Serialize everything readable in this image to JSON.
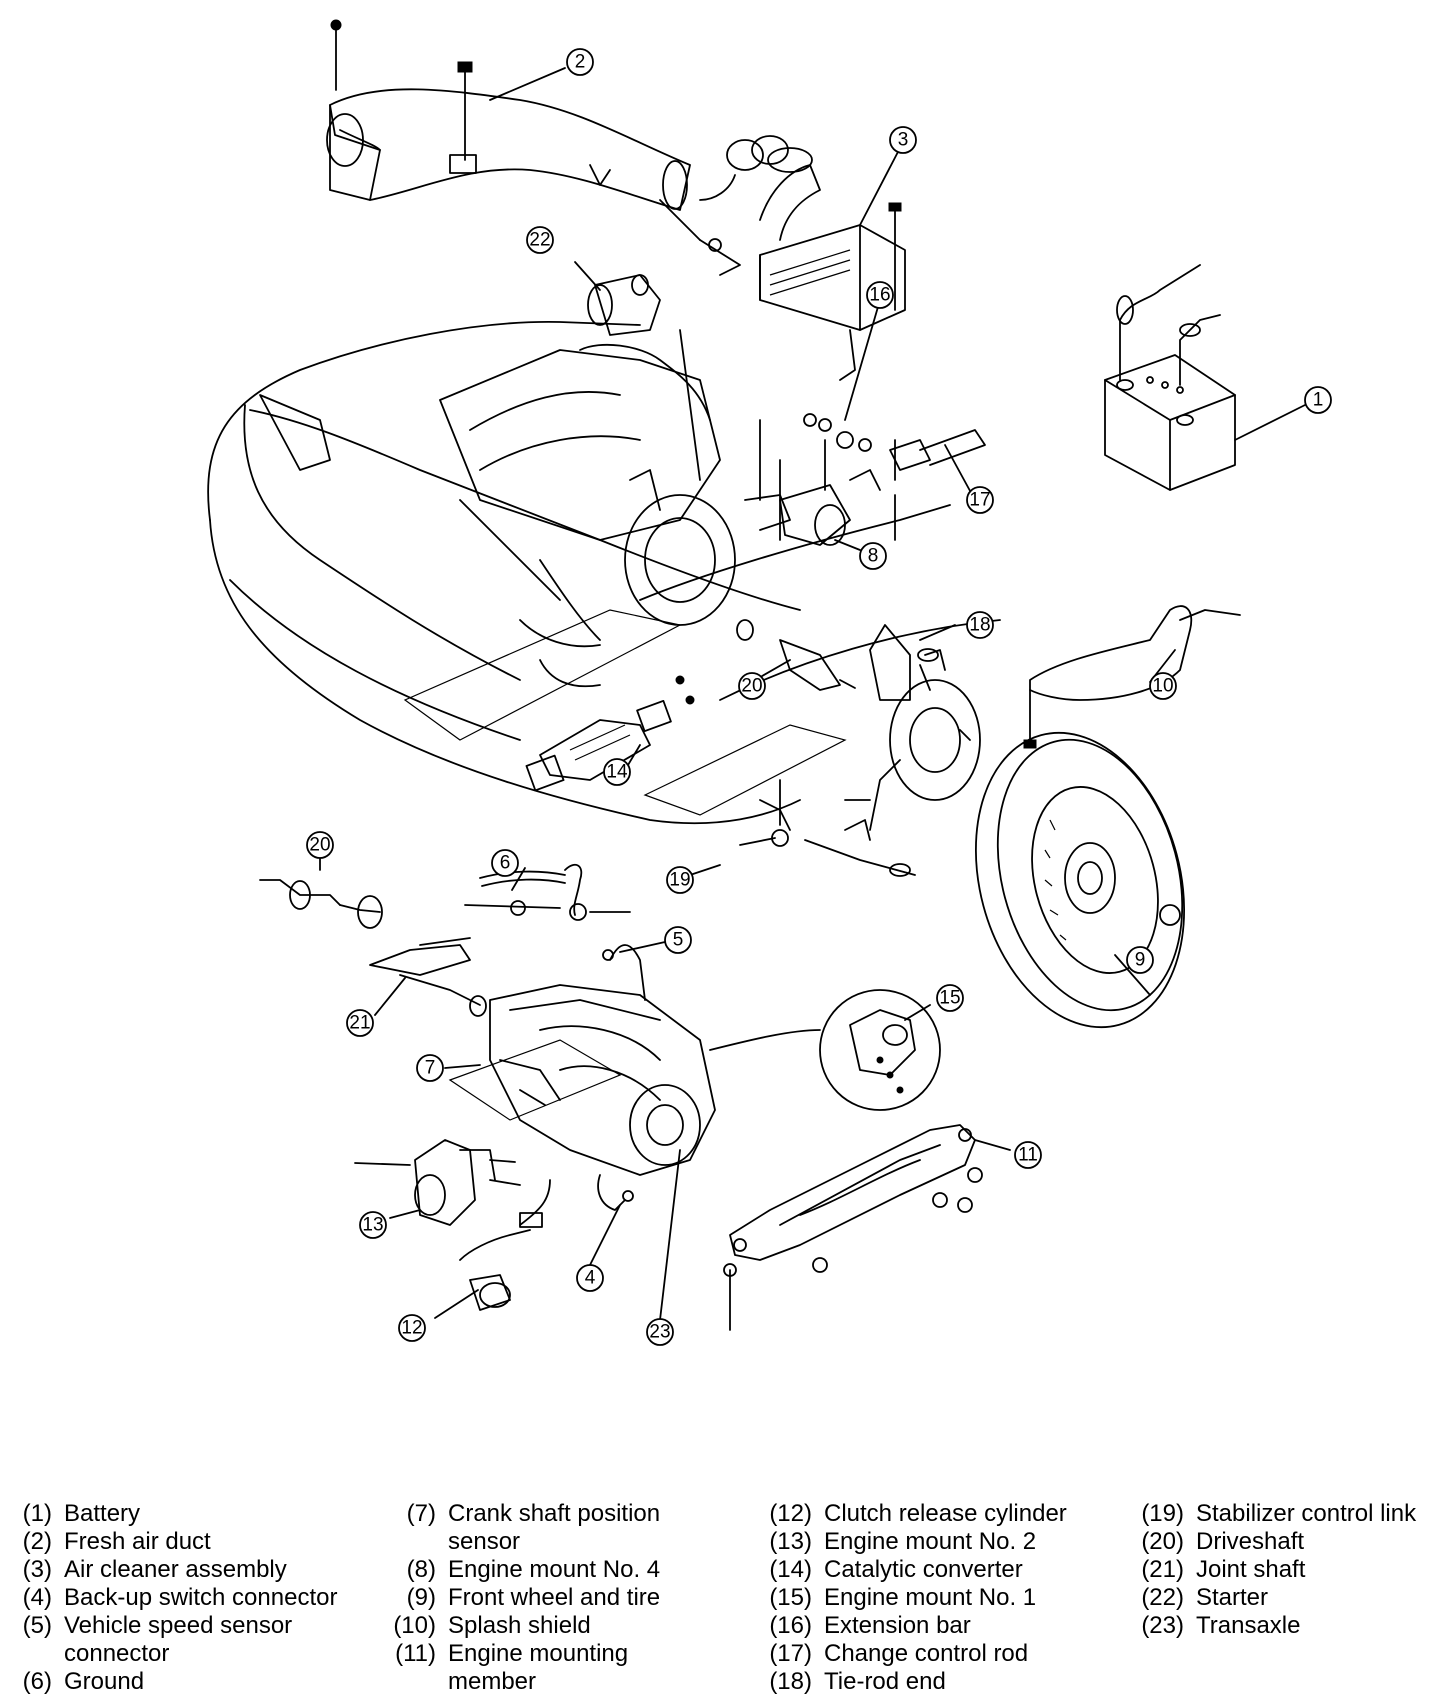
{
  "callouts": [
    {
      "id": "1",
      "label": "1"
    },
    {
      "id": "2",
      "label": "2"
    },
    {
      "id": "3",
      "label": "3"
    },
    {
      "id": "4",
      "label": "4"
    },
    {
      "id": "5",
      "label": "5"
    },
    {
      "id": "6",
      "label": "6"
    },
    {
      "id": "7",
      "label": "7"
    },
    {
      "id": "8",
      "label": "8"
    },
    {
      "id": "9",
      "label": "9"
    },
    {
      "id": "10",
      "label": "10"
    },
    {
      "id": "11",
      "label": "11"
    },
    {
      "id": "12",
      "label": "12"
    },
    {
      "id": "13",
      "label": "13"
    },
    {
      "id": "14",
      "label": "14"
    },
    {
      "id": "15",
      "label": "15"
    },
    {
      "id": "16",
      "label": "16"
    },
    {
      "id": "17",
      "label": "17"
    },
    {
      "id": "18",
      "label": "18"
    },
    {
      "id": "19",
      "label": "19"
    },
    {
      "id": "20a",
      "label": "20"
    },
    {
      "id": "20b",
      "label": "20"
    },
    {
      "id": "21",
      "label": "21"
    },
    {
      "id": "22",
      "label": "22"
    },
    {
      "id": "23",
      "label": "23"
    }
  ],
  "legend": [
    {
      "num": "(1)",
      "text": "Battery"
    },
    {
      "num": "(2)",
      "text": "Fresh air duct"
    },
    {
      "num": "(3)",
      "text": "Air cleaner assembly"
    },
    {
      "num": "(4)",
      "text": "Back-up switch connector"
    },
    {
      "num": "(5)",
      "text": "Vehicle speed sensor connector"
    },
    {
      "num": "(6)",
      "text": "Ground"
    },
    {
      "num": "(7)",
      "text": "Crank shaft position sensor"
    },
    {
      "num": "(8)",
      "text": "Engine mount No. 4"
    },
    {
      "num": "(9)",
      "text": "Front wheel and tire"
    },
    {
      "num": "(10)",
      "text": "Splash shield"
    },
    {
      "num": "(11)",
      "text": "Engine mounting member"
    },
    {
      "num": "(12)",
      "text": "Clutch release cylinder"
    },
    {
      "num": "(13)",
      "text": "Engine mount No. 2"
    },
    {
      "num": "(14)",
      "text": "Catalytic converter"
    },
    {
      "num": "(15)",
      "text": "Engine mount No. 1"
    },
    {
      "num": "(16)",
      "text": "Extension bar"
    },
    {
      "num": "(17)",
      "text": "Change control rod"
    },
    {
      "num": "(18)",
      "text": "Tie-rod end"
    },
    {
      "num": "(19)",
      "text": "Stabilizer control link"
    },
    {
      "num": "(20)",
      "text": "Driveshaft"
    },
    {
      "num": "(21)",
      "text": "Joint shaft"
    },
    {
      "num": "(22)",
      "text": "Starter"
    },
    {
      "num": "(23)",
      "text": "Transaxle"
    }
  ]
}
